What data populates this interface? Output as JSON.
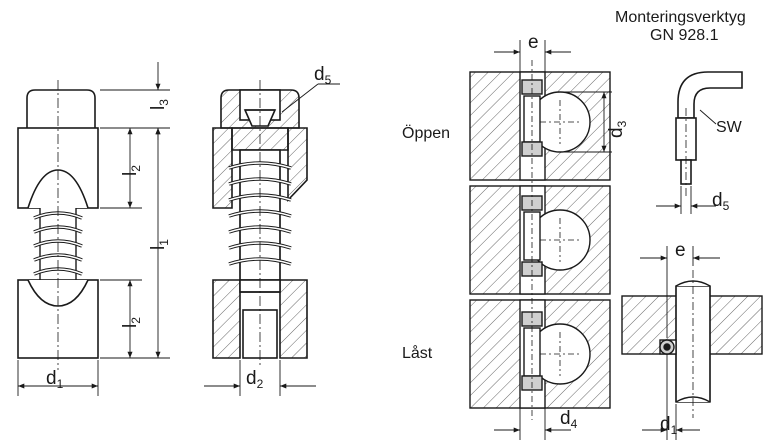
{
  "tool": {
    "title": "Monteringsverktyg",
    "code": "GN 928.1",
    "sw": "SW"
  },
  "states": {
    "open": "Öppen",
    "locked": "Låst"
  },
  "dims": {
    "d": "d",
    "l": "l",
    "sub1": "1",
    "sub2": "2",
    "sub3": "3",
    "sub4": "4",
    "sub5": "5",
    "e": "e"
  },
  "colors": {
    "line": "#1a1a1a",
    "hatch": "#444444",
    "grey": "#cfcfcf",
    "bg": "#ffffff"
  }
}
